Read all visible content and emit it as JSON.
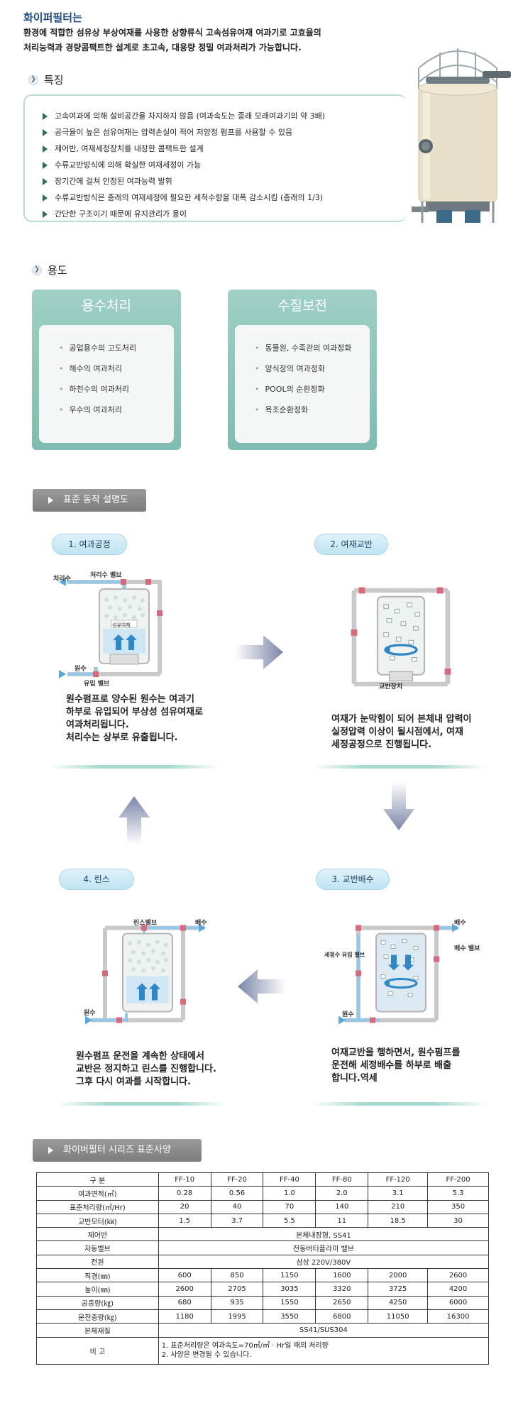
{
  "intro": {
    "title": "화이퍼필터는",
    "line1": "환경에 적합한 섬유상 부상여재를 사용한 상향류식 고속섬유여재 여과기로 고효율의",
    "line2": "처리능력과 경량콤팩트한 설계로 초고속, 대용량 정밀 여과처리가 가능합니다."
  },
  "features": {
    "title": "특징",
    "items": [
      "고속여과에 의해 설비공간을 차지하지 않음 (여과속도는 종래 모래여과기의 약 3배)",
      "공극율이 높은 섬유여재는 압력손실이 적어 저양정 펌프를 사용할 수 있음",
      "제어반, 여재세정장치를 내장한 콤팩트한 설계",
      "수류교반방식에 의해 확실한 여재세정이 가능",
      "장기간에 걸쳐 안정된 여과능력 발휘",
      "수류교반방식은 종래의 여재세정에 필요한 세척수량을 대폭 감소시킴 (종래의 1/3)",
      "간단한 구조이기 때문에 유지관리가 용이"
    ]
  },
  "usage": {
    "title": "용도",
    "cards": [
      {
        "title": "용수처리",
        "items": [
          "공업용수의 고도처리",
          "해수의 여과처리",
          "하천수의 여과처리",
          "우수의 여과처리"
        ]
      },
      {
        "title": "수질보전",
        "items": [
          "동물원, 수족관의 여과정화",
          "양식장의 여과정화",
          "POOL의 순환정화",
          "욕조순환정화"
        ]
      }
    ]
  },
  "operation": {
    "title": "표준 동작 설명도",
    "steps": [
      {
        "label": "1. 여과공정",
        "text": [
          "원수펌프로 양수된 원수는 여과기",
          "하부로 유입되어 부상성 섬유여재로",
          "여과처리됩니다.",
          "처리수는 상부로 유출됩니다."
        ],
        "diagram_labels": {
          "treated": "처리수",
          "treated_valve": "처리수 밸브",
          "media": "섬유여재",
          "raw": "원수",
          "inlet_valve": "유입 밸브"
        }
      },
      {
        "label": "2. 여재교반",
        "text": [
          "여재가 눈막힘이 되어 본체내 압력이",
          "실정압력 이상이 될시점에서, 여재",
          "세정공정으로 진행됩니다."
        ],
        "diagram_labels": {
          "agitator": "교반장치"
        }
      },
      {
        "label": "3. 교반배수",
        "text": [
          "여재교반을 행하면서, 원수펌프를",
          "운전해 세정배수를 하부로 배출",
          "합니다.역세"
        ],
        "diagram_labels": {
          "drain": "배수",
          "drain_valve": "배수 밸브",
          "wash_inlet_valve": "세정수 유입 밸브",
          "raw": "원수"
        }
      },
      {
        "label": "4. 린스",
        "text": [
          "원수펌프 운전을 계속한 상태에서",
          "교반은 정지하고 린스를 진행합니다.",
          "그후 다시 여과를 시작합니다."
        ],
        "diagram_labels": {
          "rinse_valve": "린스밸브",
          "drain": "배수",
          "raw": "원수"
        }
      }
    ]
  },
  "spec": {
    "title": "화이버필터 시리즈 표준사양",
    "header": [
      "구 분",
      "FF-10",
      "FF-20",
      "FF-40",
      "FF-80",
      "FF-120",
      "FF-200"
    ],
    "rows": [
      {
        "label": "여과면적(㎡)",
        "values": [
          "0.28",
          "0.56",
          "1.0",
          "2.0",
          "3.1",
          "5.3"
        ]
      },
      {
        "label": "표준처리량(㎥/Hr)",
        "values": [
          "20",
          "40",
          "70",
          "140",
          "210",
          "350"
        ]
      },
      {
        "label": "교반모터(㎾)",
        "values": [
          "1.5",
          "3.7",
          "5.5",
          "11",
          "18.5",
          "30"
        ]
      },
      {
        "label": "제어반",
        "span": "본체내장형, SS41"
      },
      {
        "label": "자동밸브",
        "span": "전동버터플라이 밸브"
      },
      {
        "label": "전원",
        "span": "삼상 220V/380V"
      },
      {
        "label": "직경(㎜)",
        "values": [
          "600",
          "850",
          "1150",
          "1600",
          "2000",
          "2600"
        ]
      },
      {
        "label": "높이(㎜)",
        "values": [
          "2600",
          "2705",
          "3035",
          "3320",
          "3725",
          "4200"
        ]
      },
      {
        "label": "공중량(㎏)",
        "values": [
          "680",
          "935",
          "1550",
          "2650",
          "4250",
          "6000"
        ]
      },
      {
        "label": "운전중량(㎏)",
        "values": [
          "1180",
          "1995",
          "3550",
          "6800",
          "11050",
          "16300"
        ]
      },
      {
        "label": "본체재질",
        "span": "SS41/SUS304"
      }
    ],
    "remark_label": "비 고",
    "remarks": [
      "1. 표준처리량은 여과속도=70㎥/㎡ · Hr일 때의 처리량",
      "2. 사양은 변경될 수 있습니다."
    ]
  },
  "colors": {
    "title_blue": "#1d4f86",
    "teal": "#8cc4b9",
    "bar_grey": "#8a8a8a",
    "pill_blue": "#bfe3f2"
  }
}
